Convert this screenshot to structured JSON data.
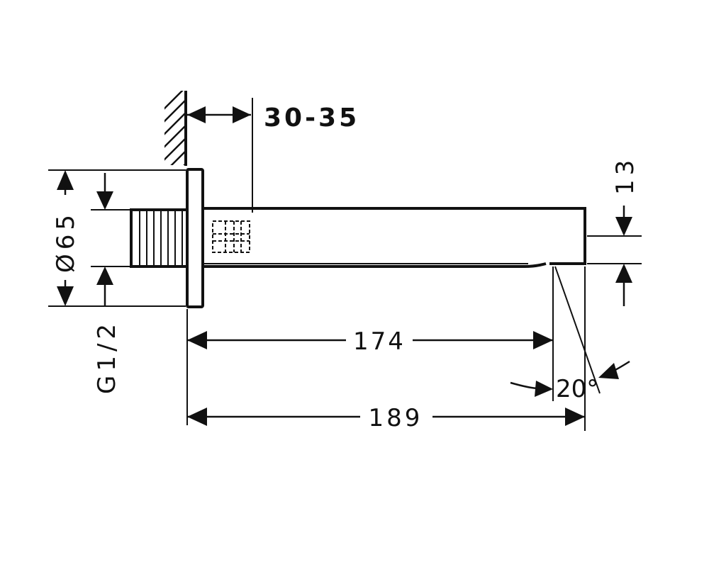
{
  "dimensions": {
    "wall_depth": "30-35",
    "flange_diameter": "Ø65",
    "thread": "G1/2",
    "spout_height": "13",
    "length_short": "174",
    "length_total": "189",
    "outlet_angle": "20°"
  },
  "colors": {
    "line": "#111111",
    "background": "#ffffff"
  }
}
